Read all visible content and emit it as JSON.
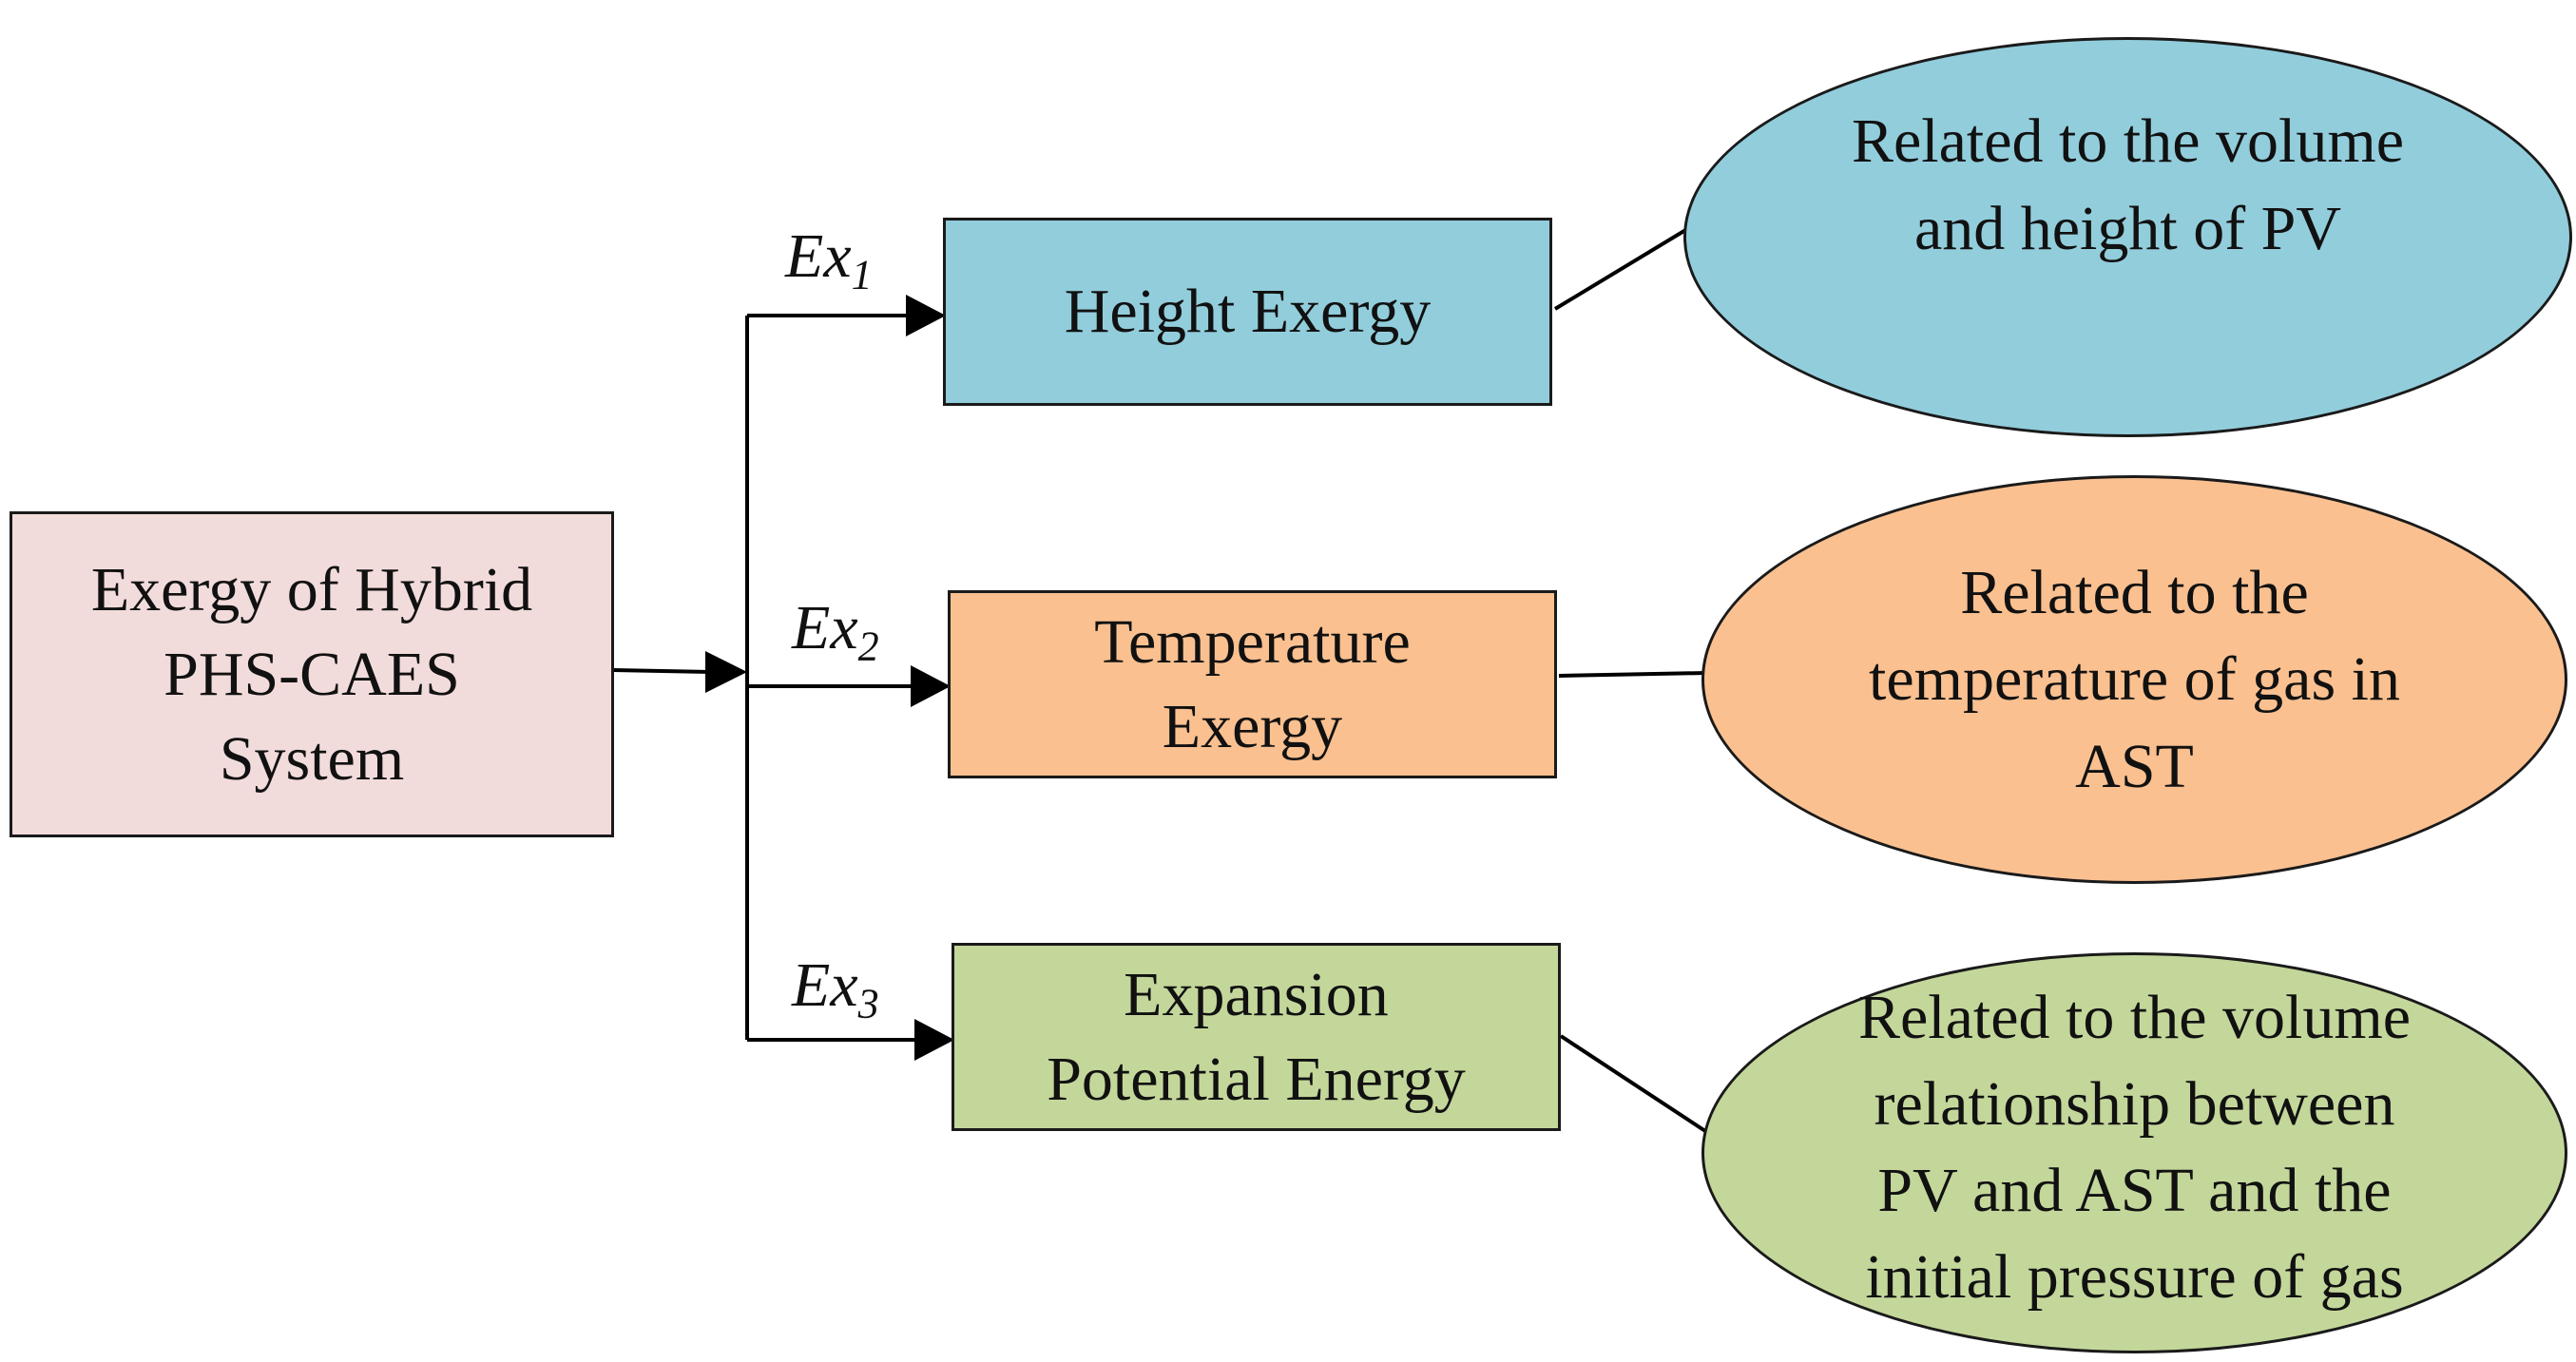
{
  "diagram": {
    "source": {
      "label": "Exergy of Hybrid\nPHS-CAES\nSystem",
      "fill": "#F2DCDB"
    },
    "branches": [
      {
        "edge_base": "Ex",
        "edge_sub": "1",
        "label": "Height Exergy",
        "fill": "#92CDDC",
        "note": "Related to the volume\nand height of PV",
        "note_fill": "#92CDDC"
      },
      {
        "edge_base": "Ex",
        "edge_sub": "2",
        "label": "Temperature\nExergy",
        "fill": "#FAC090",
        "note": "Related to the\ntemperature of gas in\nAST",
        "note_fill": "#FAC090"
      },
      {
        "edge_base": "Ex",
        "edge_sub": "3",
        "label": "Expansion\nPotential Energy",
        "fill": "#C4D79B",
        "note": "Related to the volume\nrelationship between\nPV and AST and the\ninitial pressure of gas",
        "note_fill": "#C4D79B"
      }
    ]
  }
}
